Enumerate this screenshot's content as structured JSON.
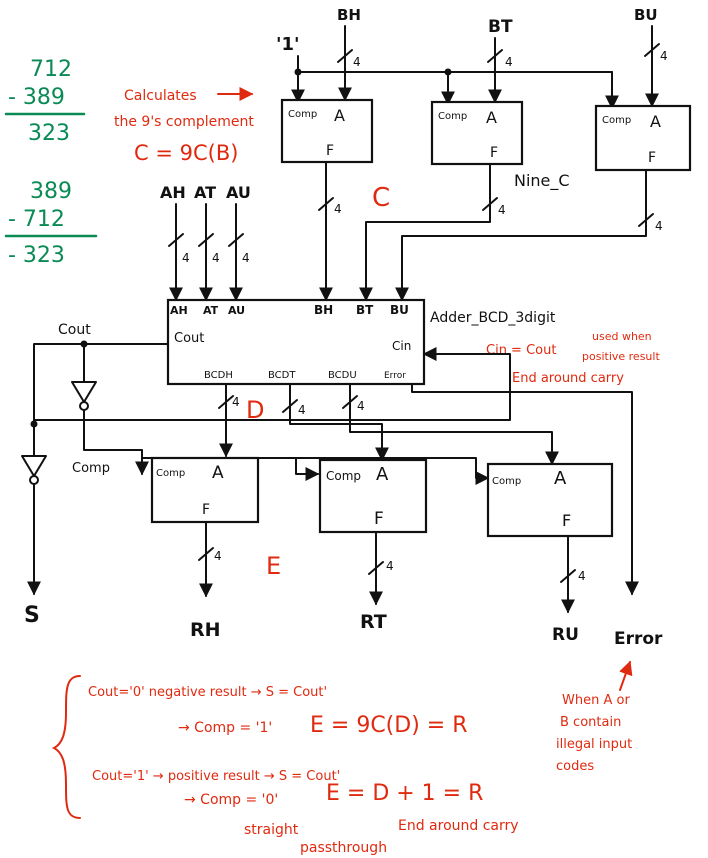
{
  "examples": {
    "positive": {
      "a": "712",
      "b": "- 389",
      "r": "323"
    },
    "negative": {
      "a": "389",
      "b": "- 712",
      "r": "- 323"
    }
  },
  "inputs": {
    "one": "'1'",
    "bh": "BH",
    "bt": "BT",
    "bu": "BU",
    "ah": "AH",
    "at": "AT",
    "au": "AU"
  },
  "bus_width": "4",
  "complement_blocks": [
    {
      "comp": "Comp",
      "a": "A",
      "f": "F"
    },
    {
      "comp": "Comp",
      "a": "A",
      "f": "F"
    },
    {
      "comp": "Comp",
      "a": "A",
      "f": "F"
    }
  ],
  "nine_c_label": "Nine_C",
  "stage_labels": {
    "c": "C",
    "d": "D",
    "e": "E"
  },
  "calc_note": {
    "line1": "Calculates",
    "line2": "the 9's complement",
    "formula": "C = 9C(B)"
  },
  "adder": {
    "name": "Adder_BCD_3digit",
    "in_ah": "AH",
    "in_at": "AT",
    "in_au": "AU",
    "in_bh": "BH",
    "in_bt": "BT",
    "in_bu": "BU",
    "cout": "Cout",
    "cin": "Cin",
    "out_h": "BCDH",
    "out_t": "BCDT",
    "out_u": "BCDU",
    "err": "Error"
  },
  "cin_note": {
    "eq": "Cin = Cout",
    "used1": "used when",
    "used2": "positive result",
    "eac": "End around carry"
  },
  "cout_label": "Cout",
  "comp_label": "Comp",
  "output_blocks": [
    {
      "comp": "Comp",
      "a": "A",
      "f": "F"
    },
    {
      "comp": "Comp",
      "a": "A",
      "f": "F"
    },
    {
      "comp": "Comp",
      "a": "A",
      "f": "F"
    }
  ],
  "outputs": {
    "s": "S",
    "rh": "RH",
    "rt": "RT",
    "ru": "RU",
    "error": "Error"
  },
  "error_note": [
    "When A or",
    "B contain",
    "illegal input",
    "codes"
  ],
  "rules": {
    "neg1": "Cout='0' negative result → S = Cout'",
    "neg2": "→ Comp = '1'",
    "neg_eq": "E = 9C(D) = R",
    "pos1": "Cout='1' → positive result → S = Cout'",
    "pos2": "→ Comp = '0'",
    "pos_eq": "E = D + 1 = R",
    "eac": "End around carry",
    "pass1": "straight",
    "pass2": "passthrough"
  }
}
